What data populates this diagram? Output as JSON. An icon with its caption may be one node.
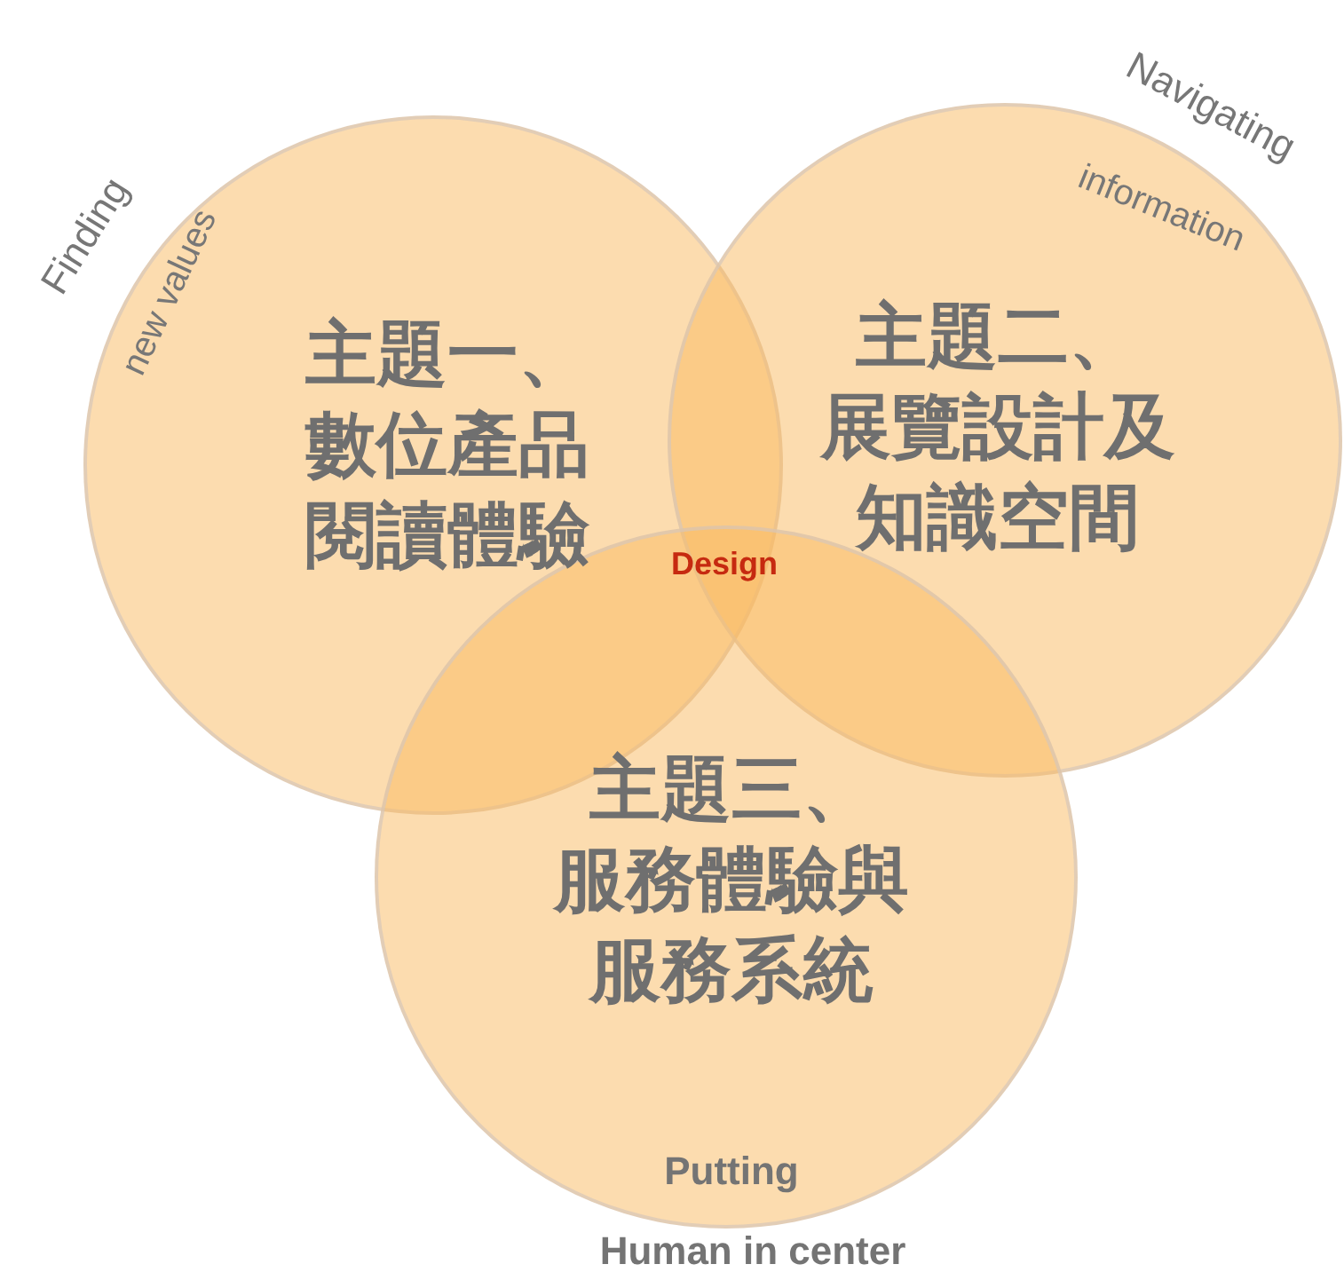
{
  "diagram": {
    "nodes": [
      {
        "text": [
          "主題一、數位產品閱讀體驗"
        ]
      },
      {
        "text": [
          "主題二、展覽設計及知識空間"
        ]
      },
      {
        "text": [
          "主題三、服務體驗與服務系統"
        ]
      }
    ],
    "labels": [
      "Finding",
      "new values",
      "Navigating",
      "information",
      "Design",
      "Putting",
      "Human in center"
    ]
  }
}
